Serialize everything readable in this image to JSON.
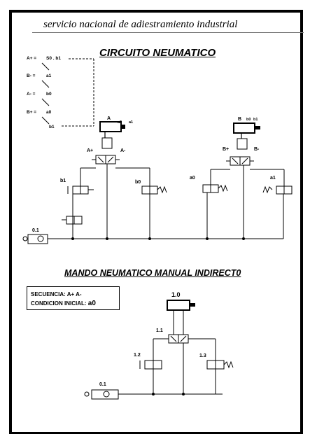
{
  "header": {
    "title": "servicio nacional de adiestramiento industrial"
  },
  "section1": {
    "title": "CIRCUITO NEUMATICO",
    "sequence_notes": [
      {
        "text": "A+  =",
        "value": "S0 . b1"
      },
      {
        "text": "B-  =",
        "value": "a1"
      },
      {
        "text": "A-  =",
        "value": "b0"
      },
      {
        "text": "B+  =",
        "value": "a0"
      }
    ],
    "note_extra": "b1",
    "cyl_a": {
      "name": "A",
      "s0": "a0",
      "s1": "a1",
      "port_plus": "A+",
      "port_minus": "A-"
    },
    "cyl_b": {
      "name": "B",
      "s0": "b0",
      "s1": "b1",
      "port_plus": "B+",
      "port_minus": "B-"
    },
    "valves": {
      "b1": "b1",
      "b0": "b0",
      "a0": "a0",
      "a1": "a1",
      "start": "0.1"
    }
  },
  "section2": {
    "title": "MANDO NEUMATICO MANUAL INDIRECT0",
    "sequence_label": "SECUENCIA: A+ A-",
    "initial_label": "CONDICION INICIAL:",
    "initial_value": "a0",
    "cylinder": "1.0",
    "main_valve": "1.1",
    "valve_left": "1.2",
    "valve_right": "1.3",
    "supply": "0.1"
  }
}
